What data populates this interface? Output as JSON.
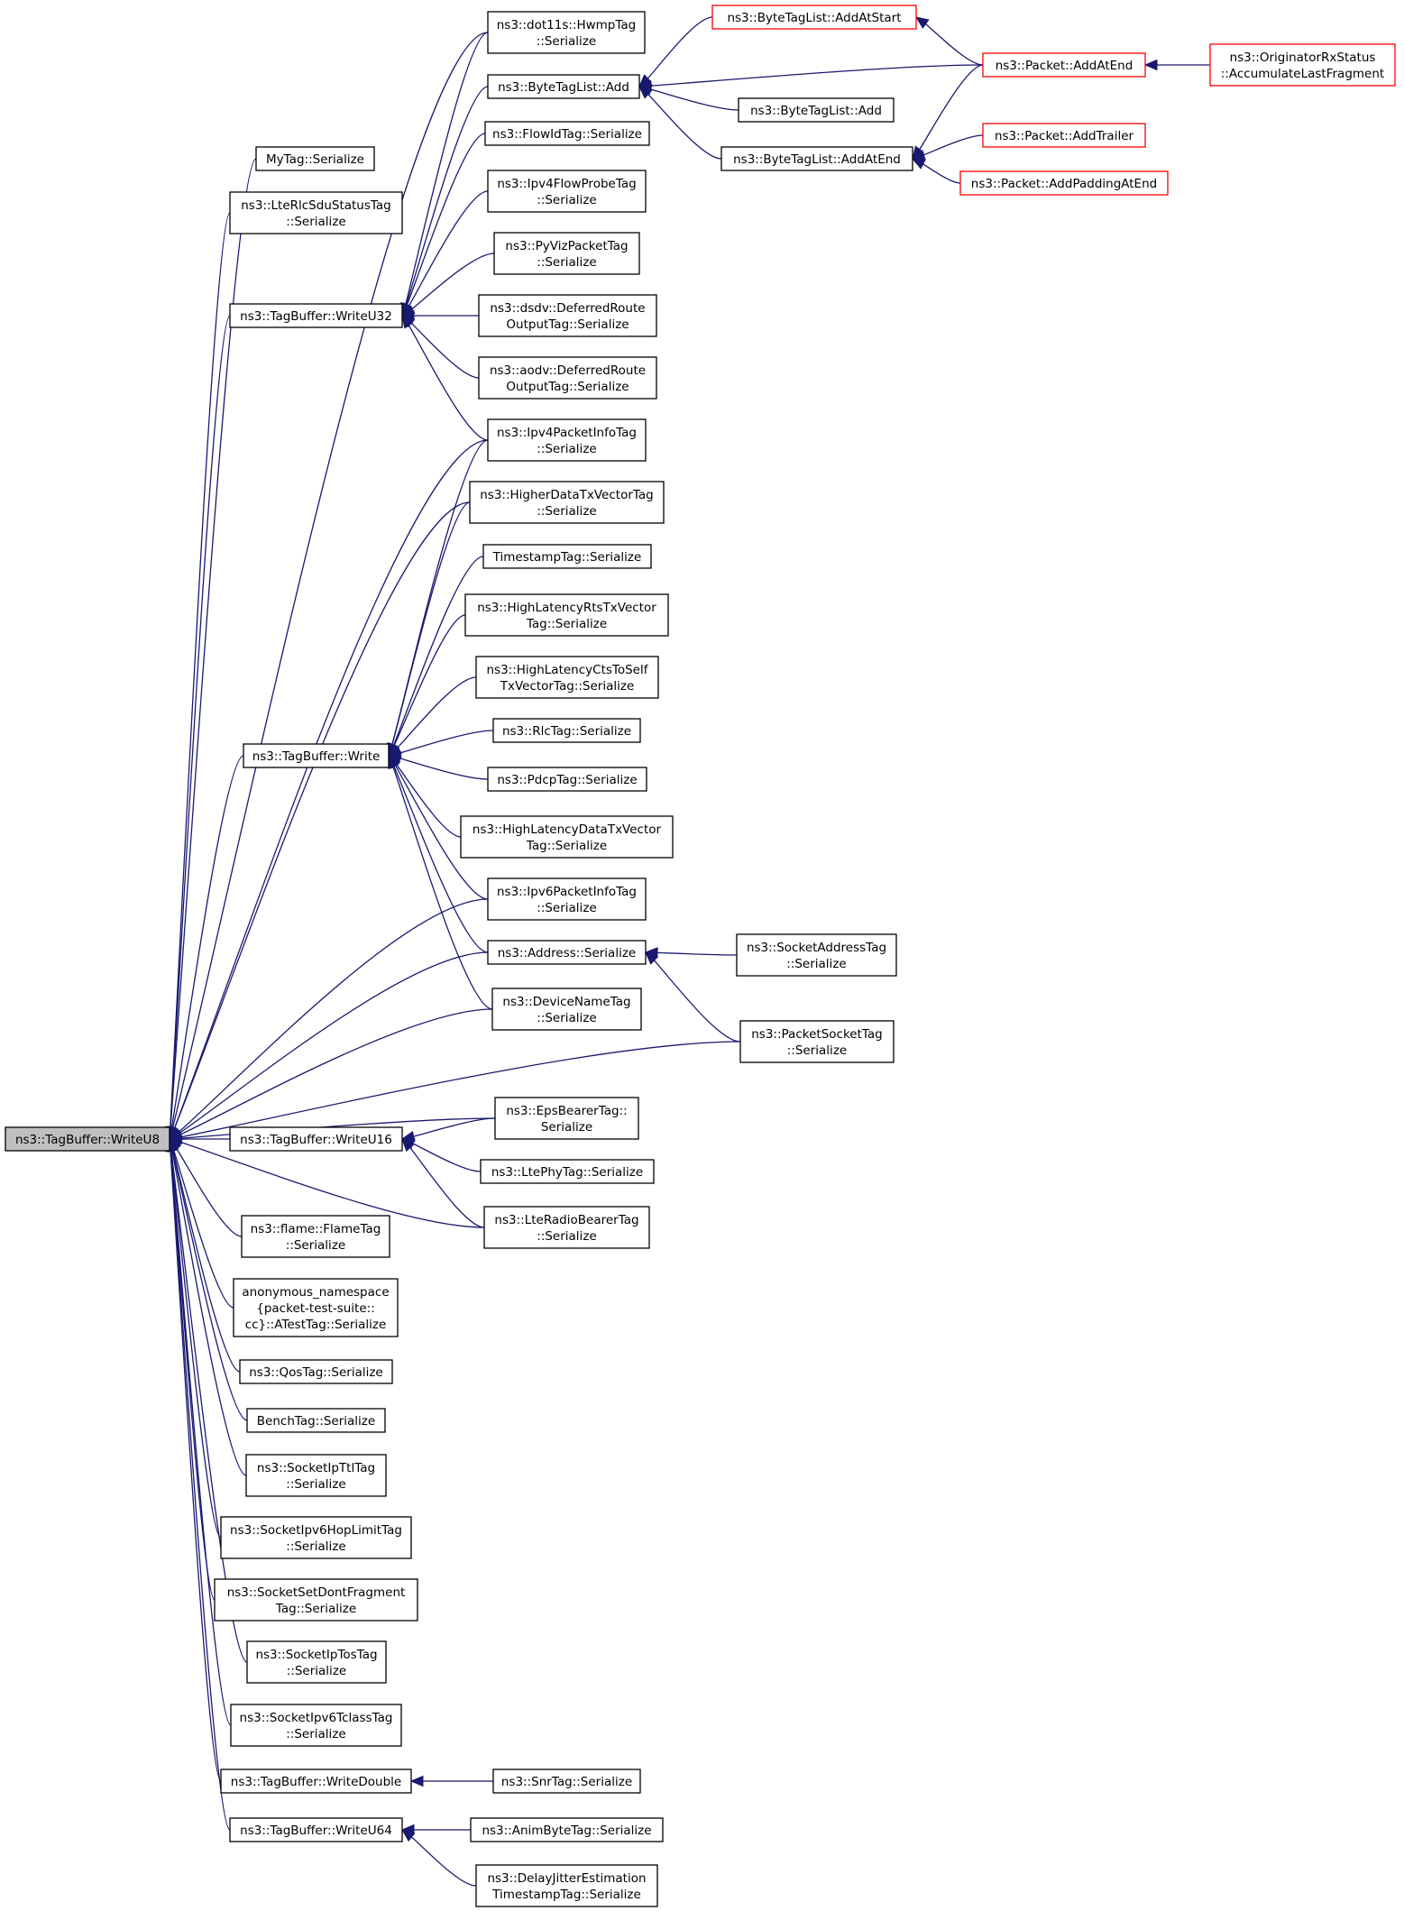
{
  "root": "n_root",
  "colors": {
    "edge": "#191970",
    "border": "#000000",
    "border_highlight": "#ff0000",
    "root_fill": "#bfbfbf"
  },
  "nodes": [
    {
      "id": "n_root",
      "lines": [
        "ns3::TagBuffer::WriteU8"
      ],
      "root": true
    },
    {
      "id": "n_hwmp",
      "lines": [
        "ns3::dot11s::HwmpTag",
        "::Serialize"
      ]
    },
    {
      "id": "n_btl_add",
      "lines": [
        "ns3::ByteTagList::Add"
      ]
    },
    {
      "id": "n_btl_addstart",
      "lines": [
        "ns3::ByteTagList::AddAtStart"
      ],
      "highlight": true
    },
    {
      "id": "n_pkt_addatend",
      "lines": [
        "ns3::Packet::AddAtEnd"
      ],
      "highlight": true
    },
    {
      "id": "n_orig",
      "lines": [
        "ns3::OriginatorRxStatus",
        "::AccumulateLastFragment"
      ],
      "highlight": true
    },
    {
      "id": "n_btl_add2",
      "lines": [
        "ns3::ByteTagList::Add"
      ]
    },
    {
      "id": "n_btl_addend",
      "lines": [
        "ns3::ByteTagList::AddAtEnd"
      ]
    },
    {
      "id": "n_pkt_trailer",
      "lines": [
        "ns3::Packet::AddTrailer"
      ],
      "highlight": true
    },
    {
      "id": "n_pkt_padding",
      "lines": [
        "ns3::Packet::AddPaddingAtEnd"
      ],
      "highlight": true
    },
    {
      "id": "n_mytag",
      "lines": [
        "MyTag::Serialize"
      ]
    },
    {
      "id": "n_flowid",
      "lines": [
        "ns3::FlowIdTag::Serialize"
      ]
    },
    {
      "id": "n_lterlc",
      "lines": [
        "ns3::LteRlcSduStatusTag",
        "::Serialize"
      ]
    },
    {
      "id": "n_ipv4flow",
      "lines": [
        "ns3::Ipv4FlowProbeTag",
        "::Serialize"
      ]
    },
    {
      "id": "n_pyviz",
      "lines": [
        "ns3::PyVizPacketTag",
        "::Serialize"
      ]
    },
    {
      "id": "n_wu32",
      "lines": [
        "ns3::TagBuffer::WriteU32"
      ]
    },
    {
      "id": "n_dsdv",
      "lines": [
        "ns3::dsdv::DeferredRoute",
        "OutputTag::Serialize"
      ]
    },
    {
      "id": "n_aodv",
      "lines": [
        "ns3::aodv::DeferredRoute",
        "OutputTag::Serialize"
      ]
    },
    {
      "id": "n_ipv4pkt",
      "lines": [
        "ns3::Ipv4PacketInfoTag",
        "::Serialize"
      ]
    },
    {
      "id": "n_higherdata",
      "lines": [
        "ns3::HigherDataTxVectorTag",
        "::Serialize"
      ]
    },
    {
      "id": "n_timestamp",
      "lines": [
        "TimestampTag::Serialize"
      ]
    },
    {
      "id": "n_hlrts",
      "lines": [
        "ns3::HighLatencyRtsTxVector",
        "Tag::Serialize"
      ]
    },
    {
      "id": "n_hlcts",
      "lines": [
        "ns3::HighLatencyCtsToSelf",
        "TxVectorTag::Serialize"
      ]
    },
    {
      "id": "n_write",
      "lines": [
        "ns3::TagBuffer::Write"
      ]
    },
    {
      "id": "n_rlc",
      "lines": [
        "ns3::RlcTag::Serialize"
      ]
    },
    {
      "id": "n_pdcp",
      "lines": [
        "ns3::PdcpTag::Serialize"
      ]
    },
    {
      "id": "n_hldata",
      "lines": [
        "ns3::HighLatencyDataTxVector",
        "Tag::Serialize"
      ]
    },
    {
      "id": "n_ipv6pkt",
      "lines": [
        "ns3::Ipv6PacketInfoTag",
        "::Serialize"
      ]
    },
    {
      "id": "n_address",
      "lines": [
        "ns3::Address::Serialize"
      ]
    },
    {
      "id": "n_sockaddr",
      "lines": [
        "ns3::SocketAddressTag",
        "::Serialize"
      ]
    },
    {
      "id": "n_devname",
      "lines": [
        "ns3::DeviceNameTag",
        "::Serialize"
      ]
    },
    {
      "id": "n_pktsock",
      "lines": [
        "ns3::PacketSocketTag",
        "::Serialize"
      ]
    },
    {
      "id": "n_eps",
      "lines": [
        "ns3::EpsBearerTag::",
        "Serialize"
      ]
    },
    {
      "id": "n_wu16",
      "lines": [
        "ns3::TagBuffer::WriteU16"
      ]
    },
    {
      "id": "n_ltephy",
      "lines": [
        "ns3::LtePhyTag::Serialize"
      ]
    },
    {
      "id": "n_lteradio",
      "lines": [
        "ns3::LteRadioBearerTag",
        "::Serialize"
      ]
    },
    {
      "id": "n_flame",
      "lines": [
        "ns3::flame::FlameTag",
        "::Serialize"
      ]
    },
    {
      "id": "n_anon",
      "lines": [
        "anonymous_namespace",
        "{packet-test-suite::",
        "cc}::ATestTag::Serialize"
      ]
    },
    {
      "id": "n_qos",
      "lines": [
        "ns3::QosTag::Serialize"
      ]
    },
    {
      "id": "n_bench",
      "lines": [
        "BenchTag::Serialize"
      ]
    },
    {
      "id": "n_sockttl",
      "lines": [
        "ns3::SocketIpTtlTag",
        "::Serialize"
      ]
    },
    {
      "id": "n_sockhop",
      "lines": [
        "ns3::SocketIpv6HopLimitTag",
        "::Serialize"
      ]
    },
    {
      "id": "n_sockfrag",
      "lines": [
        "ns3::SocketSetDontFragment",
        "Tag::Serialize"
      ]
    },
    {
      "id": "n_socktos",
      "lines": [
        "ns3::SocketIpTosTag",
        "::Serialize"
      ]
    },
    {
      "id": "n_socktclass",
      "lines": [
        "ns3::SocketIpv6TclassTag",
        "::Serialize"
      ]
    },
    {
      "id": "n_wdouble",
      "lines": [
        "ns3::TagBuffer::WriteDouble"
      ]
    },
    {
      "id": "n_snr",
      "lines": [
        "ns3::SnrTag::Serialize"
      ]
    },
    {
      "id": "n_wu64",
      "lines": [
        "ns3::TagBuffer::WriteU64"
      ]
    },
    {
      "id": "n_animbyte",
      "lines": [
        "ns3::AnimByteTag::Serialize"
      ]
    },
    {
      "id": "n_delay",
      "lines": [
        "ns3::DelayJitterEstimation",
        "TimestampTag::Serialize"
      ]
    }
  ],
  "edges": [
    [
      "n_hwmp",
      "n_root"
    ],
    [
      "n_mytag",
      "n_root"
    ],
    [
      "n_lterlc",
      "n_root"
    ],
    [
      "n_wu32",
      "n_root"
    ],
    [
      "n_ipv4pkt",
      "n_root"
    ],
    [
      "n_higherdata",
      "n_root"
    ],
    [
      "n_write",
      "n_root"
    ],
    [
      "n_ipv6pkt",
      "n_root"
    ],
    [
      "n_address",
      "n_root"
    ],
    [
      "n_devname",
      "n_root"
    ],
    [
      "n_pktsock",
      "n_root"
    ],
    [
      "n_eps",
      "n_root"
    ],
    [
      "n_wu16",
      "n_root"
    ],
    [
      "n_lteradio",
      "n_root"
    ],
    [
      "n_flame",
      "n_root"
    ],
    [
      "n_anon",
      "n_root"
    ],
    [
      "n_qos",
      "n_root"
    ],
    [
      "n_bench",
      "n_root"
    ],
    [
      "n_sockttl",
      "n_root"
    ],
    [
      "n_sockhop",
      "n_root"
    ],
    [
      "n_sockfrag",
      "n_root"
    ],
    [
      "n_socktos",
      "n_root"
    ],
    [
      "n_socktclass",
      "n_root"
    ],
    [
      "n_wdouble",
      "n_root"
    ],
    [
      "n_wu64",
      "n_root"
    ],
    [
      "n_hwmp",
      "n_wu32"
    ],
    [
      "n_btl_add",
      "n_wu32"
    ],
    [
      "n_flowid",
      "n_wu32"
    ],
    [
      "n_ipv4flow",
      "n_wu32"
    ],
    [
      "n_pyviz",
      "n_wu32"
    ],
    [
      "n_dsdv",
      "n_wu32"
    ],
    [
      "n_aodv",
      "n_wu32"
    ],
    [
      "n_ipv4pkt",
      "n_wu32"
    ],
    [
      "n_btl_addstart",
      "n_btl_add"
    ],
    [
      "n_pkt_addatend",
      "n_btl_add"
    ],
    [
      "n_btl_add2",
      "n_btl_add"
    ],
    [
      "n_btl_addend",
      "n_btl_add"
    ],
    [
      "n_pkt_addatend",
      "n_btl_addstart"
    ],
    [
      "n_orig",
      "n_pkt_addatend"
    ],
    [
      "n_pkt_addatend",
      "n_btl_addend"
    ],
    [
      "n_pkt_trailer",
      "n_btl_addend"
    ],
    [
      "n_pkt_padding",
      "n_btl_addend"
    ],
    [
      "n_ipv4pkt",
      "n_write"
    ],
    [
      "n_higherdata",
      "n_write"
    ],
    [
      "n_timestamp",
      "n_write"
    ],
    [
      "n_hlrts",
      "n_write"
    ],
    [
      "n_hlcts",
      "n_write"
    ],
    [
      "n_rlc",
      "n_write"
    ],
    [
      "n_pdcp",
      "n_write"
    ],
    [
      "n_hldata",
      "n_write"
    ],
    [
      "n_ipv6pkt",
      "n_write"
    ],
    [
      "n_address",
      "n_write"
    ],
    [
      "n_devname",
      "n_write"
    ],
    [
      "n_sockaddr",
      "n_address"
    ],
    [
      "n_pktsock",
      "n_address"
    ],
    [
      "n_eps",
      "n_wu16"
    ],
    [
      "n_ltephy",
      "n_wu16"
    ],
    [
      "n_lteradio",
      "n_wu16"
    ],
    [
      "n_snr",
      "n_wdouble"
    ],
    [
      "n_animbyte",
      "n_wu64"
    ],
    [
      "n_delay",
      "n_wu64"
    ]
  ]
}
